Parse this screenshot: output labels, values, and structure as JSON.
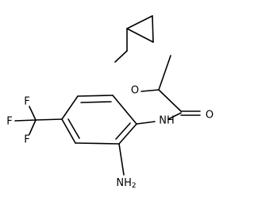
{
  "molecule": {
    "atoms": {
      "ether_oxygen": "O",
      "carbonyl_oxygen": "O",
      "amide_nh": "NH",
      "amine": "NH",
      "amine_sub": "2",
      "fluorine_top": "F",
      "fluorine_left": "F",
      "fluorine_bottom": "F"
    }
  }
}
